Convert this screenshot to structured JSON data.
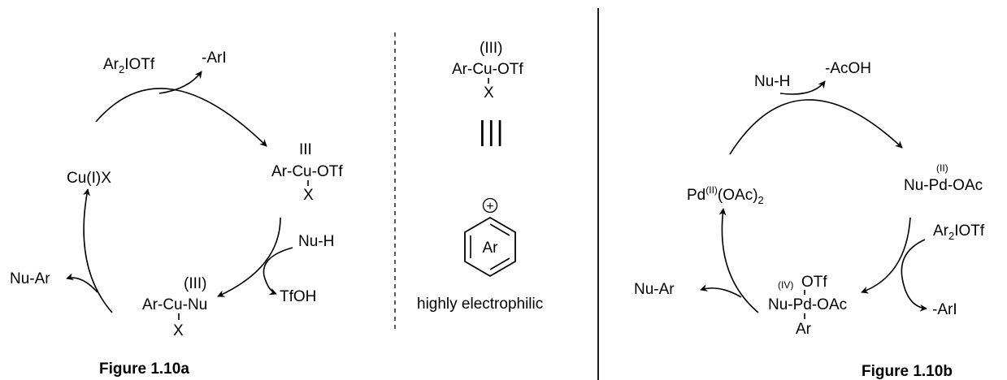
{
  "figure_a": {
    "reagent": {
      "main": "Ar",
      "sub": "2",
      "rest": "IOTf"
    },
    "byproduct_1": "-ArI",
    "catalyst": "Cu(I)X",
    "intermediate_1": {
      "ox": "III",
      "formula": "Ar-Cu-OTf",
      "ligand": "X"
    },
    "nucleophile": "Nu-H",
    "byproduct_2": "TfOH",
    "intermediate_2": {
      "ox": "(III)",
      "formula": "Ar-Cu-Nu",
      "ligand": "X"
    },
    "product": "Nu-Ar",
    "caption": "Figure 1.10a"
  },
  "middle": {
    "species": {
      "ox": "(III)",
      "formula": "Ar-Cu-OTf",
      "ligand": "X"
    },
    "equiv_symbol": "|||",
    "plus": "+",
    "ring_label": "Ar",
    "note": "highly electrophilic"
  },
  "figure_b": {
    "nucleophile": "Nu-H",
    "byproduct_1": "-AcOH",
    "catalyst": {
      "a": "Pd",
      "ox": "(II)",
      "b": "(OAc)",
      "sub": "2"
    },
    "intermediate_1": {
      "ox": "(II)",
      "formula": "Nu-Pd-OAc"
    },
    "reagent": {
      "main": "Ar",
      "sub": "2",
      "rest": "IOTf"
    },
    "byproduct_2": "-ArI",
    "intermediate_2": {
      "ox": "(IV)",
      "top": "OTf",
      "formula": "Nu-Pd-OAc",
      "bottom": "Ar"
    },
    "product": "Nu-Ar",
    "caption": "Figure 1.10b"
  }
}
